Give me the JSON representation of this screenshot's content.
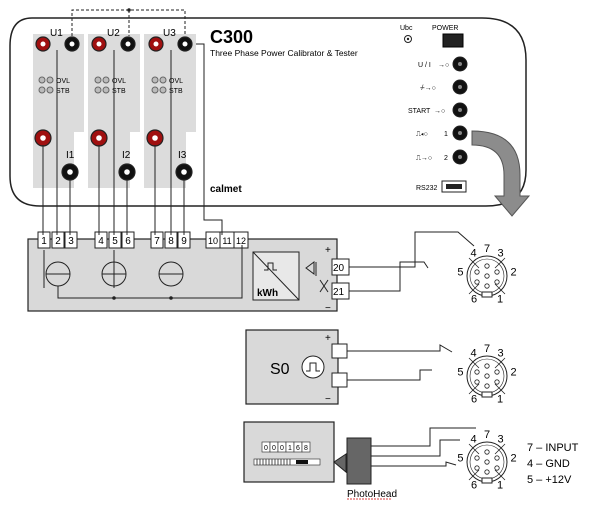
{
  "device": {
    "model": "C300",
    "subtitle": "Three Phase Power Calibrator & Tester",
    "brand": "calmet",
    "voltage_channels": [
      "U1",
      "U2",
      "U3"
    ],
    "current_channels": [
      "I1",
      "I2",
      "I3"
    ],
    "indicators": {
      "ovl": "OVL",
      "stb": "STB"
    },
    "ubc_label": "Ubc",
    "power_label": "POWER",
    "right_ports": [
      "U / I",
      "START",
      "1",
      "2"
    ],
    "rs232_label": "RS232"
  },
  "meter": {
    "terminals": [
      "1",
      "2",
      "3",
      "4",
      "5",
      "6",
      "7",
      "8",
      "9",
      "10",
      "11",
      "12"
    ],
    "pulse_terminals": [
      "20",
      "21"
    ],
    "kwh_label": "kWh",
    "plus": "+",
    "minus": "−"
  },
  "s0": {
    "label": "S0",
    "plus": "+",
    "minus": "−"
  },
  "photohead": {
    "label": "PhotoHead",
    "display_digits": [
      "0",
      "0",
      "0",
      "1",
      "6",
      "8"
    ]
  },
  "connector": {
    "pins": [
      "1",
      "2",
      "3",
      "4",
      "5",
      "6",
      "7"
    ]
  },
  "legend": [
    "7 – INPUT",
    "4 – GND",
    "5 – +12V"
  ]
}
